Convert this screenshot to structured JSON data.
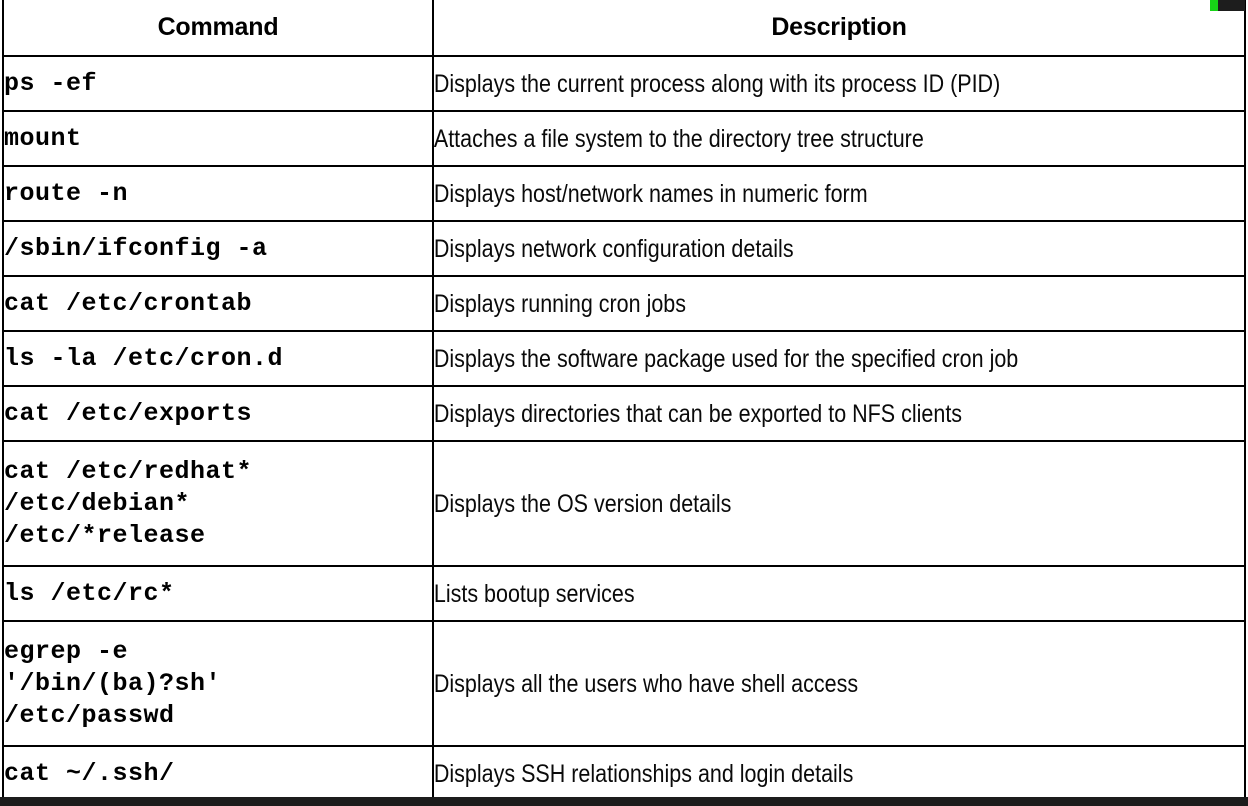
{
  "table": {
    "columns": [
      {
        "key": "command",
        "label": "Command"
      },
      {
        "key": "description",
        "label": "Description"
      }
    ],
    "rows": [
      {
        "command": "ps -ef",
        "description": "Displays the current process along with its process ID (PID)"
      },
      {
        "command": "mount",
        "description": "Attaches a file system to the directory tree structure"
      },
      {
        "command": "route -n",
        "description": "Displays host/network names in numeric form"
      },
      {
        "command": "/sbin/ifconfig -a",
        "description": "Displays network configuration details"
      },
      {
        "command": "cat /etc/crontab",
        "description": "Displays running cron jobs"
      },
      {
        "command": "ls -la /etc/cron.d",
        "description": "Displays the software package used for the specified cron job"
      },
      {
        "command": "cat /etc/exports",
        "description": "Displays directories that can be exported to NFS clients"
      },
      {
        "command": "cat /etc/redhat*\n/etc/debian*\n/etc/*release",
        "description": "Displays the OS version details"
      },
      {
        "command": "ls /etc/rc*",
        "description": "Lists bootup services"
      },
      {
        "command": "egrep -e\n'/bin/(ba)?sh'\n/etc/passwd",
        "description": "Displays all the users who have shell access"
      },
      {
        "command": "cat ~/.ssh/",
        "description": "Displays SSH relationships and login details"
      }
    ]
  },
  "decorations": {
    "top_right_panel": {
      "accent_color": "#17d317",
      "panel_color": "#1d1d1d"
    },
    "bottom_bar": {
      "color": "#1c1c1c"
    }
  }
}
